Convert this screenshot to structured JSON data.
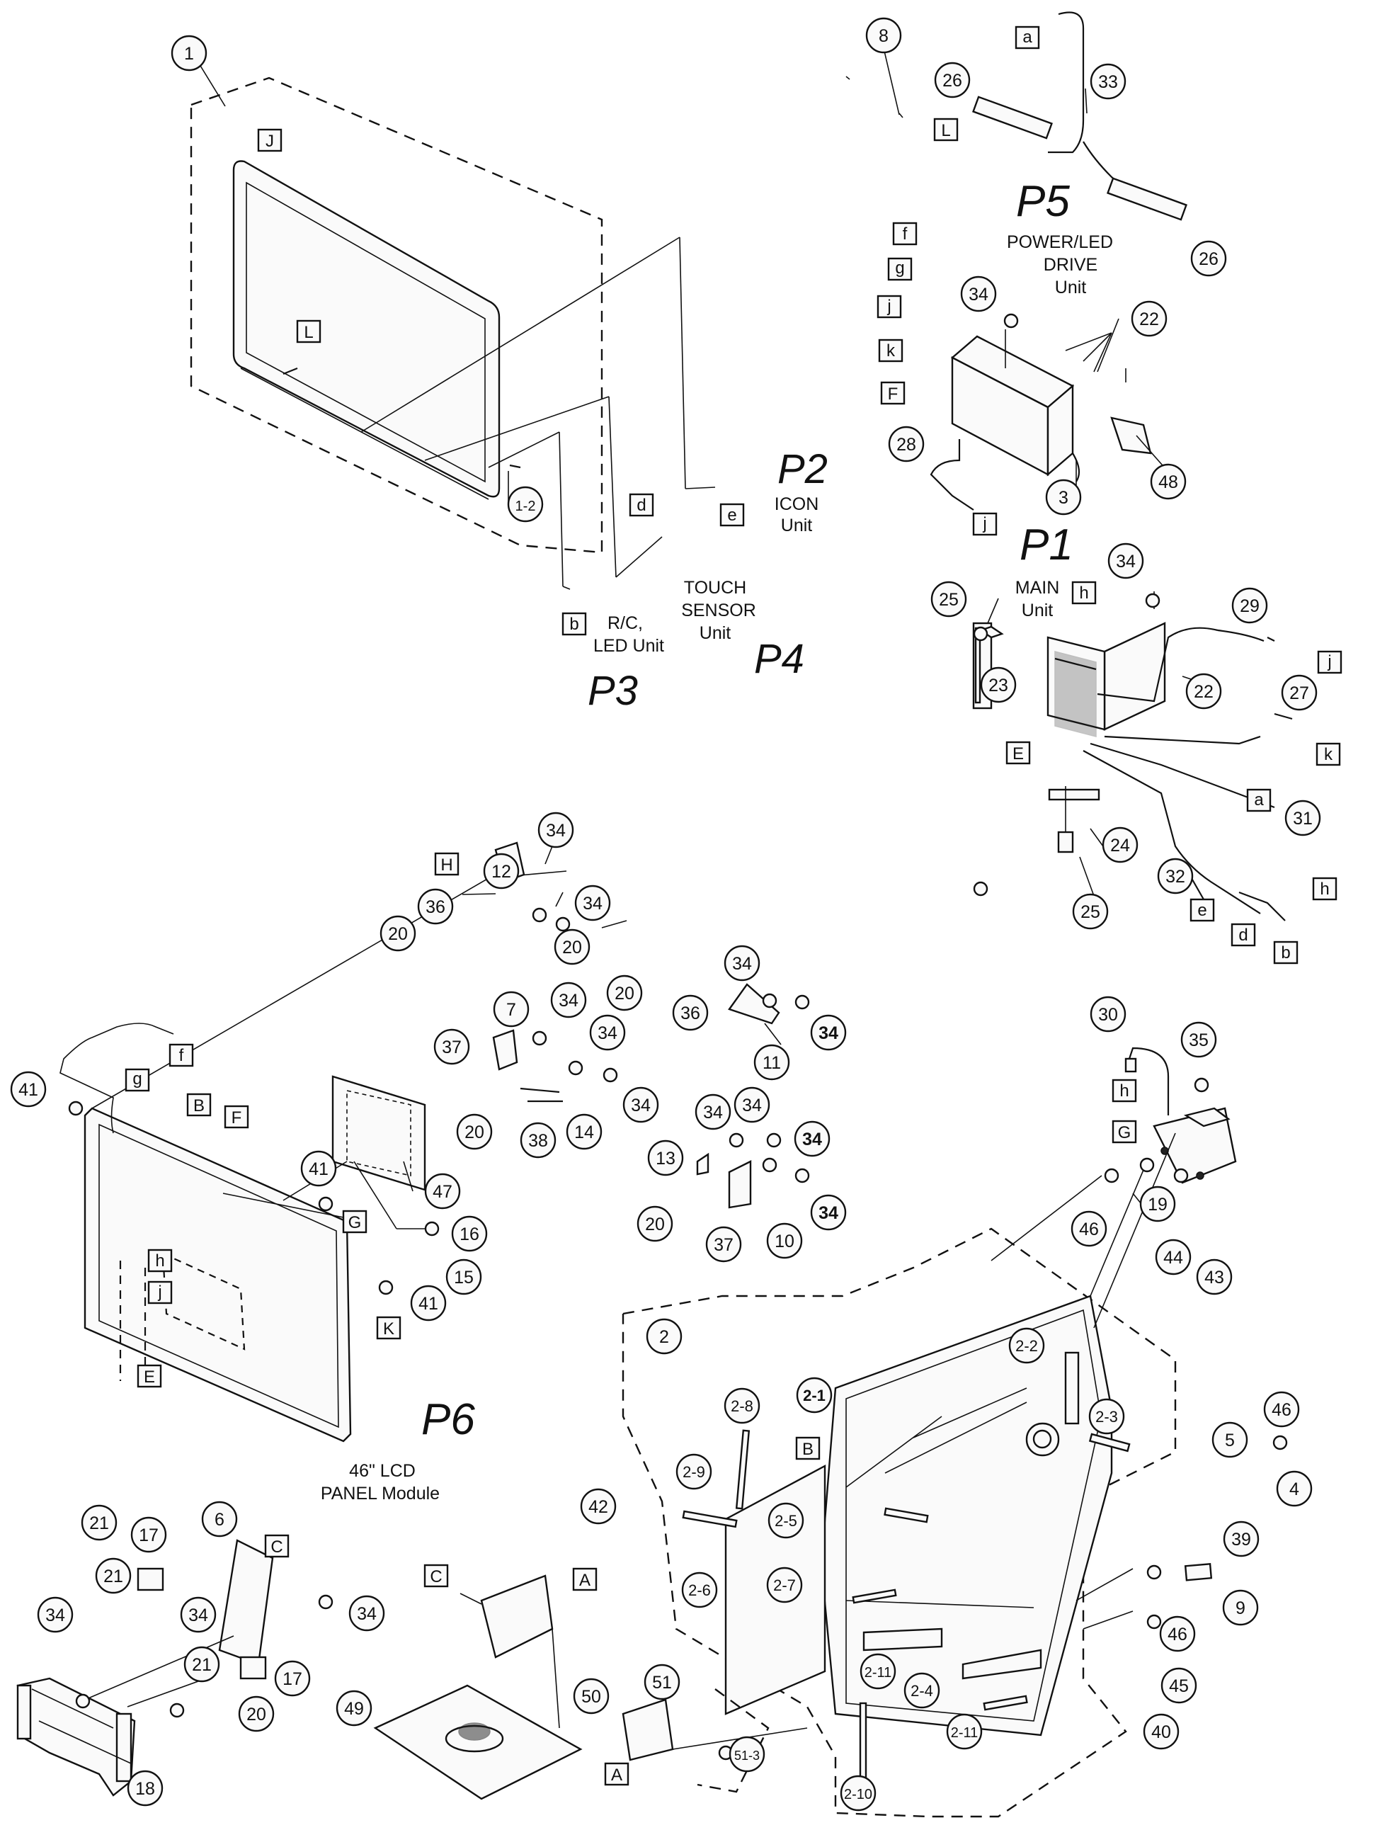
{
  "circles": {
    "c1": "1",
    "c1_2": "1-2",
    "c8": "8",
    "c26a": "26",
    "c26b": "26",
    "c33": "33",
    "c34a": "34",
    "c22a": "22",
    "c28": "28",
    "c3": "3",
    "c48": "48",
    "c34b": "34",
    "c25a": "25",
    "c23": "23",
    "c22b": "22",
    "c29": "29",
    "c27": "27",
    "c24": "24",
    "c25b": "25",
    "c31": "31",
    "c32": "32",
    "c34c": "34",
    "c12": "12",
    "c36a": "36",
    "c34d": "34",
    "c20a": "20",
    "c20b": "20",
    "c7": "7",
    "c34e": "34",
    "c20c": "20",
    "c37a": "37",
    "c34f": "34",
    "c14": "14",
    "c20d": "20",
    "c38": "38",
    "c34g": "34",
    "c34h": "34",
    "c36b": "36",
    "c11": "11",
    "c34i": "34",
    "c34j": "34",
    "c34k": "34",
    "c34l": "34",
    "c13": "13",
    "c34m": "34",
    "c20e": "20",
    "c37b": "37",
    "c10": "10",
    "c30": "30",
    "c35": "35",
    "c19": "19",
    "c41a": "41",
    "c47": "47",
    "c41b": "41",
    "c16": "16",
    "c15": "15",
    "c41c": "41",
    "c2": "2",
    "c46a": "46",
    "c44": "44",
    "c43": "43",
    "c2_2": "2-2",
    "c2_1": "2-1",
    "c2_3": "2-3",
    "c2_8": "2-8",
    "c2_9": "2-9",
    "c2_5": "2-5",
    "c5": "5",
    "c46b": "46",
    "c4": "4",
    "c39": "39",
    "c9": "9",
    "c2_7": "2-7",
    "c2_6": "2-6",
    "c2_11a": "2-11",
    "c2_4": "2-4",
    "c46c": "46",
    "c45": "45",
    "c2_11b": "2-11",
    "c40": "40",
    "c2_10": "2-10",
    "c42": "42",
    "c51": "51",
    "c51_3": "51-3",
    "c50": "50",
    "c49": "49",
    "c21a": "21",
    "c17a": "17",
    "c6": "6",
    "c34n": "34",
    "c21b": "21",
    "c34o": "34",
    "c34p": "34",
    "c17b": "17",
    "c21c": "21",
    "c20f": "20",
    "c18": "18"
  },
  "boxes": {
    "J": "J",
    "L1": "L",
    "a1": "a",
    "L2": "L",
    "f1": "f",
    "g1": "g",
    "j1": "j",
    "k1": "k",
    "F1": "F",
    "j2": "j",
    "d1": "d",
    "e1": "e",
    "b1": "b",
    "h1": "h",
    "E1": "E",
    "j3": "j",
    "k2": "k",
    "a2": "a",
    "h2": "h",
    "e2": "e",
    "d2": "d",
    "b2": "b",
    "H": "H",
    "f2": "f",
    "g2": "g",
    "B1": "B",
    "F2": "F",
    "G1": "G",
    "h3": "h",
    "j4": "j",
    "E2": "E",
    "K": "K",
    "h4": "h",
    "G2": "G",
    "B2": "B",
    "C1": "C",
    "C2": "C",
    "A1": "A",
    "A2": "A"
  },
  "labels": {
    "p2": "P2",
    "icon1": "ICON",
    "icon2": "Unit",
    "touch1": "TOUCH",
    "touch2": "SENSOR",
    "touch3": "Unit",
    "p4": "P4",
    "rc1": "R/C,",
    "rc2": "LED Unit",
    "p3": "P3",
    "p5": "P5",
    "pwr1": "POWER/LED",
    "pwr2": "DRIVE",
    "pwr3": "Unit",
    "p1": "P1",
    "main1": "MAIN",
    "main2": "Unit",
    "p6": "P6",
    "lcd1": "46\" LCD",
    "lcd2": "PANEL Module"
  }
}
